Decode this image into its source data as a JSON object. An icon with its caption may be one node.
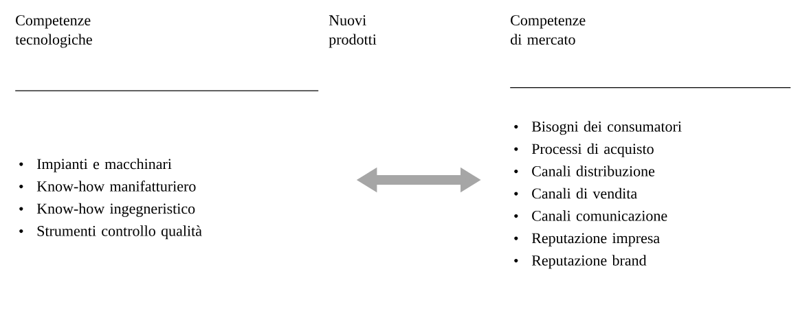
{
  "diagram": {
    "nodes": [
      {
        "text": [
          "Competenze tecnologiche",
          "Impianti e macchinari",
          "Know-how manifatturiero",
          "Know-how ingegneristico",
          "Strumenti controllo qualità"
        ]
      },
      {
        "text": [
          "Competenze di mercato",
          "Bisogni dei consumatori",
          "Processi di acquisto",
          "Canali distribuzione",
          "Canali di vendita",
          "Canali comunicazione",
          "Reputazione impresa",
          "Reputazione brand"
        ]
      }
    ],
    "edges": [
      {
        "from": 0,
        "to": 1,
        "arrow": "both"
      }
    ],
    "labels": [
      "Nuovi prodotti"
    ]
  }
}
